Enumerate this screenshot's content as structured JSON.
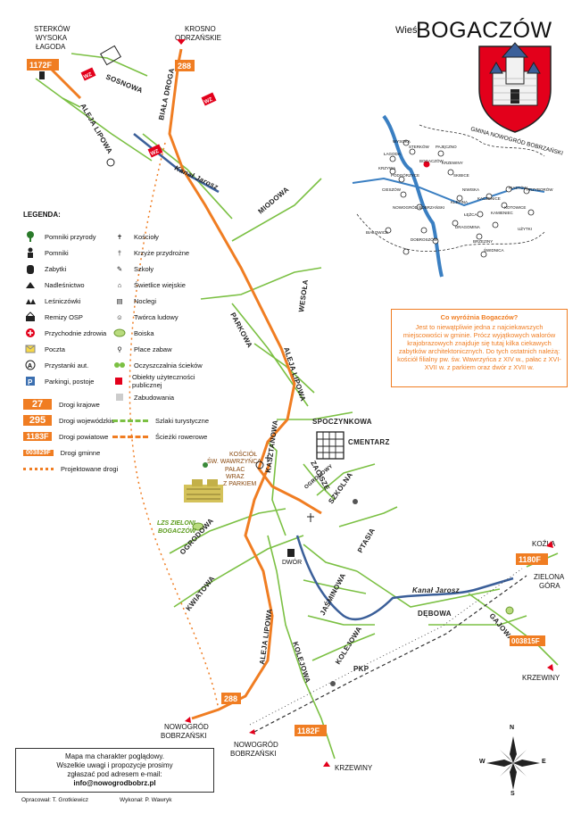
{
  "title": {
    "prefix": "Wieś",
    "name": "BOGACZÓW"
  },
  "coat_of_arms": {
    "caption": "GMINA NOWOGRÓD BOBRZAŃSKI",
    "field_color": "#e3001b"
  },
  "colors": {
    "road": "#f07d22",
    "canal": "#3b5f99",
    "street": "#7bc043",
    "water": "#3a7fc2"
  },
  "places": {
    "sterkow": "STERKÓW",
    "wysoka": "WYSOKA",
    "lagoda": "ŁAGODA",
    "krosno": "KROSNO",
    "odrzanskie": "ODRZAŃSKIE",
    "kozla": "KOŹLA",
    "zielona": "ZIELONA",
    "gora": "GÓRA",
    "krzewiny1": "KRZEWINY",
    "krzewiny2": "KRZEWINY",
    "nowogrod1a": "NOWOGRÓD",
    "nowogrod1b": "BOBRZAŃSKI",
    "nowogrod2a": "NOWOGRÓD",
    "nowogrod2b": "BOBRZAŃSKI"
  },
  "roads": {
    "r288_top": "288",
    "r288_bottom": "288",
    "r1172": "1172F",
    "r1180": "1180F",
    "r1182": "1182F",
    "r3815": "003815F"
  },
  "streets": {
    "sosnowa": "SOSNOWA",
    "aleja_lipowa_n": "ALEJA LIPOWA",
    "biala_droga": "BIAŁA DROGA",
    "kanal1": "Kanał Jarosz",
    "kanal2": "Kanał Jarosz",
    "miodowa": "MIODOWA",
    "parkowa": "PARKOWA",
    "wesola": "WESOŁA",
    "aleja_lipowa_c": "ALEJA LIPOWA",
    "spoczynkowa": "SPOCZYNKOWA",
    "cmentarz": "CMENTARZ",
    "kasztanowa": "KASZTANOWA",
    "zacisze": "ZACISZE",
    "szkolna": "SZKOLNA",
    "ogrodowa": "OGRODOWA",
    "kwiatowa": "KWIATOWA",
    "ptasia": "PTASIA",
    "jasminowa": "JAŚMINOWA",
    "debowa": "DĘBOWA",
    "gajowa": "GAJOWA",
    "aleja_lipowa_s": "ALEJA LIPOWA",
    "kolejowa1": "KOLEJOWA",
    "kolejowa2": "KOLEJOWA",
    "pkp": "PKP",
    "ogrodowy": "OGRODOWY"
  },
  "landmarks": {
    "kosciol1": "KOŚCIÓŁ",
    "kosciol2": "ŚW. WAWRZYŃCA",
    "palac1": "PAŁAC",
    "palac2": "WRAZ",
    "palac3": "Z PARKIEM",
    "dwor": "DWÓR",
    "lzs1": "LZS ZIELONI",
    "lzs2": "BOGACZÓW",
    "wz1": "WZ",
    "wz2": "WZ",
    "wz3": "WZ"
  },
  "compass": {
    "n": "N",
    "s": "S",
    "e": "E",
    "w": "W"
  },
  "legend": {
    "title": "LEGENDA:",
    "left": [
      "Pomniki przyrody",
      "Pomniki",
      "Zabytki",
      "Nadleśnictwo",
      "Leśniczówki",
      "Remizy OSP",
      "Przychodnie zdrowia",
      "Poczta",
      "Przystanki aut.",
      "Parkingi, postoje"
    ],
    "right": [
      "Kościoły",
      "Krzyże przydrożne",
      "Szkoły",
      "Świetlice wiejskie",
      "Noclegi",
      "Twórca ludowy",
      "Boiska",
      "Place zabaw",
      "Oczyszczalnia ścieków",
      "Obiekty użyteczności publicznej",
      "Zabudowania"
    ],
    "roads": [
      {
        "badge": "27",
        "label": "Drogi krajowe"
      },
      {
        "badge": "295",
        "label": "Drogi wojewódzkie"
      },
      {
        "badge": "1183F",
        "label": "Drogi powiatowe"
      },
      {
        "badge": "003829F",
        "label": "Drogi gminne"
      }
    ],
    "planned": "Projektowane drogi",
    "trails": "Szlaki turystyczne",
    "bike": "Ścieżki rowerowe"
  },
  "info": {
    "question": "Co wyróżnia Bogaczów?",
    "text": "Jest to niewątpliwie jedna z najciekawszych miejscowości w gminie. Prócz wyjątkowych walorów krajobrazowych znajduje się tutaj kilka ciekawych zabytków architektonicznych. Do tych ostatnich należą: kościół filialny pw. św. Wawrzyńca z XIV w., pałac z XVI-XVII w. z parkiem oraz dwór z XVII w."
  },
  "inset_places": [
    "WYSOKA",
    "STERKÓW",
    "ŁAGODA",
    "PAJĘCZNO",
    "BOGACZÓW",
    "KRZYWA",
    "KRZEWINY",
    "PODGÓRZYCE",
    "SKIBICE",
    "CIESZÓW",
    "NIWISKA",
    "NOWOGRÓD BOBRZAŃSKI",
    "KACZENICE",
    "PIASTÓW",
    "PRZYBORÓW",
    "BIAŁOWICE",
    "KAMIENIEC",
    "KOTOWICE",
    "UŻYTKI",
    "DRAGOMINA",
    "DOBROSZÓW",
    "BRZEZINY",
    "KLEPINA",
    "ŁĘŻCA",
    "ŚWIDNICA"
  ],
  "note": {
    "line1": "Mapa ma charakter poglądowy.",
    "line2": "Wszelkie uwagi i propozycje prosimy",
    "line3": "zgłaszać pod adresem e-mail:",
    "email": "info@nowogrodbobrz.pl"
  },
  "credits": {
    "prep": "Opracował: T. Grotkiewicz",
    "made": "Wykonał: P. Wawryk"
  }
}
